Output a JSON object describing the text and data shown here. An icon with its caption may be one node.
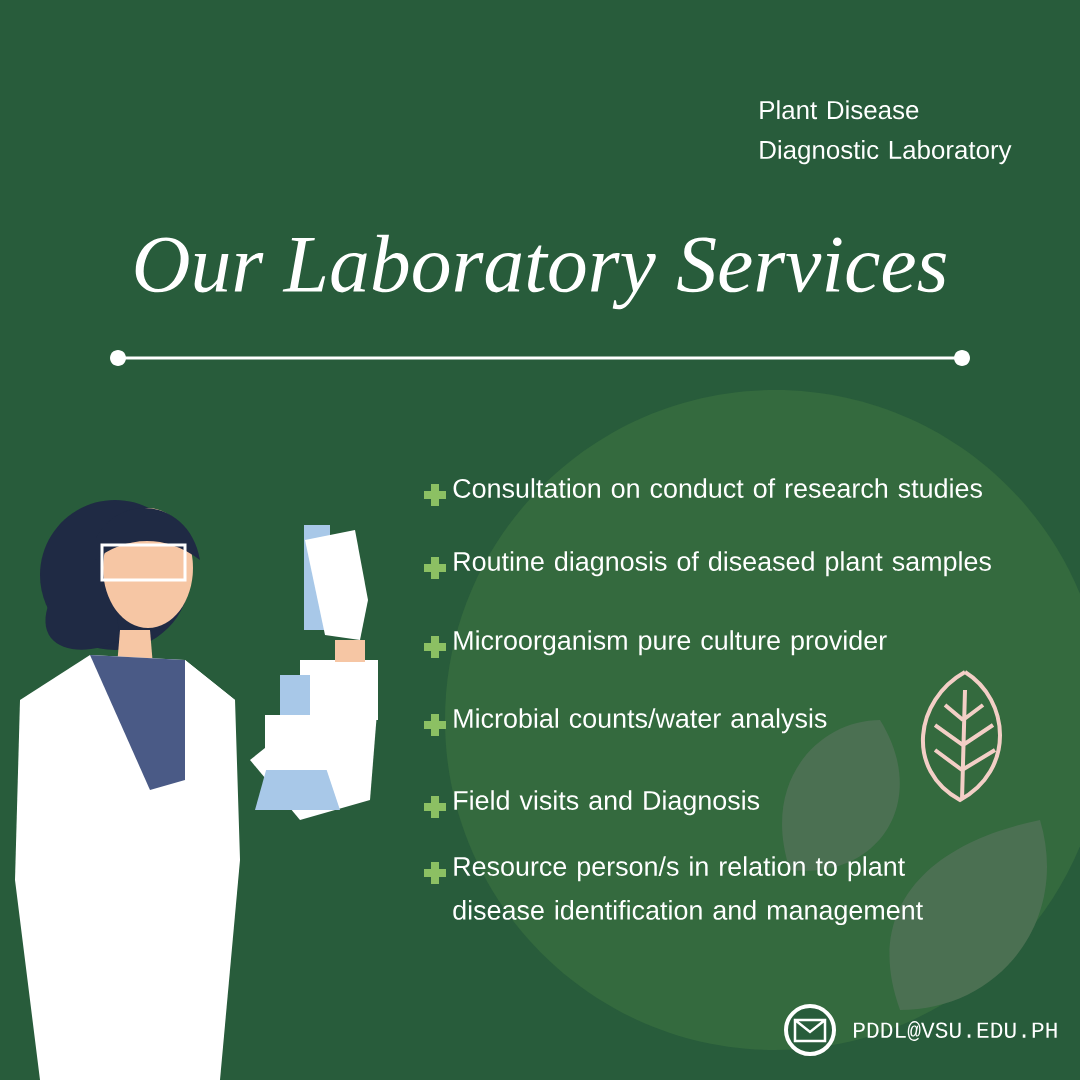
{
  "diagram": {
    "title": "Our Laboratory Services",
    "labels": [
      "Plant Disease Diagnostic Laboratory",
      "Consultation on conduct of research studies",
      "Routine diagnosis of diseased plant samples",
      "Microorganism pure culture provider",
      "Microbial counts/water analysis",
      "Field visits and Diagnosis",
      "Resource person/s in relation to plant disease identification and management",
      "PDDL@VSU.EDU.PH"
    ]
  }
}
